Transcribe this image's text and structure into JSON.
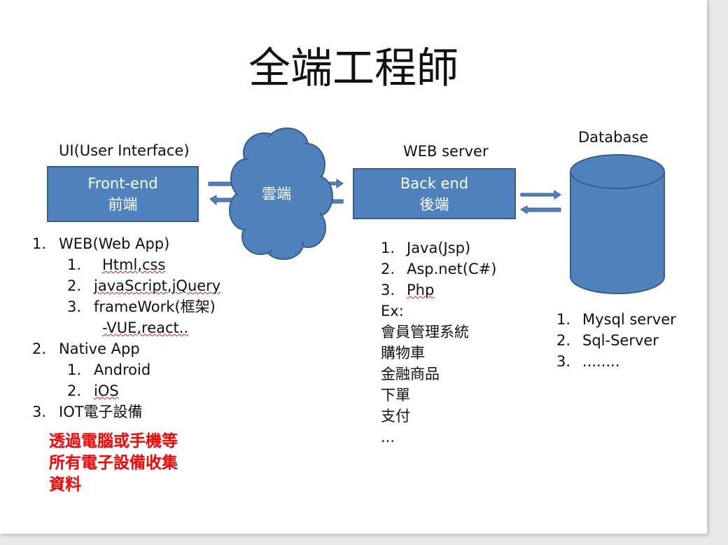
{
  "title": "全端工程師",
  "ui_label": "UI(User Interface)",
  "web_server_label": "WEB server",
  "database_label": "Database",
  "frontend_box": {
    "line1": "Front-end",
    "line2": "前端"
  },
  "cloud_label": "雲端",
  "backend_box": {
    "line1": "Back end",
    "line2": "後端"
  },
  "frontend_list": {
    "n1": "1.",
    "web": "WEB(Web App)",
    "s1n": "1.",
    "s1": "Html,css",
    "s2n": "2.",
    "s2": "javaScript,jQuery",
    "s3n": "3.",
    "s3": "frameWork(框架)",
    "s3b": "-VUE,react..",
    "n2": "2.",
    "native": "Native App",
    "m1n": "1.",
    "m1": "Android",
    "m2n": "2.",
    "m2": "iOS",
    "n3": "3.",
    "iot": "IOT電子設備"
  },
  "frontend_note": [
    "透過電腦或手機等",
    "所有電子設備收集",
    "資料"
  ],
  "backend_list": {
    "n1": "1.",
    "b1": "Java(Jsp)",
    "n2": "2.",
    "b2": "Asp.net(C#)",
    "n3": "3.",
    "b3": "Php",
    "ex": "Ex:",
    "e1": "會員管理系統",
    "e2": "購物車",
    "e3": "金融商品",
    "e4": "下單",
    "e5": "支付",
    "e6": "..."
  },
  "db_list": {
    "n1": "1.",
    "d1": "Mysql server",
    "n2": "2.",
    "d2": "Sql-Server",
    "n3": "3.",
    "d3": "........"
  },
  "colors": {
    "box_fill": "#4f81bd",
    "box_stroke": "#385d8a",
    "arrow": "#4f81bd",
    "note": "#ff0000"
  }
}
